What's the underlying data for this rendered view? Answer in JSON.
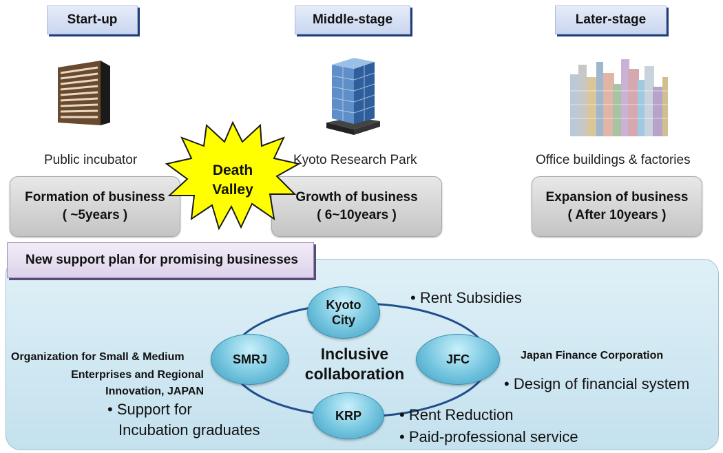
{
  "stages": [
    {
      "label": "Start-up",
      "caption": "Public incubator",
      "box_line1": "Formation of business",
      "box_line2": "( ~5years )"
    },
    {
      "label": "Middle-stage",
      "caption": "Kyoto Research Park",
      "box_line1": "Growth of business",
      "box_line2": "( 6~10years )"
    },
    {
      "label": "Later-stage",
      "caption": "Office buildings & factories",
      "box_line1": "Expansion of business",
      "box_line2": "( After 10years )"
    }
  ],
  "death_valley": {
    "line1": "Death",
    "line2": "Valley"
  },
  "plan_label": "New support plan for promising businesses",
  "center": {
    "line1": "Inclusive",
    "line2": "collaboration"
  },
  "nodes": {
    "kyoto": {
      "line1": "Kyoto",
      "line2": "City"
    },
    "smrj": "SMRJ",
    "jfc": "JFC",
    "krp": "KRP"
  },
  "bullets": {
    "rent_subsidies": "• Rent Subsidies",
    "financial_design": "• Design of financial system",
    "rent_reduction": "• Rent Reduction",
    "paid_service": "• Paid-professional service",
    "support_line1": "• Support for",
    "support_line2": "Incubation graduates"
  },
  "orgs": {
    "jfc_full": "Japan Finance Corporation",
    "smrj_line1": "Organization for Small & Medium",
    "smrj_line2": "Enterprises and Regional",
    "smrj_line3": "Innovation, JAPAN"
  },
  "colors": {
    "death_valley_fill": "#ffff00",
    "node_blue": "#5fb7d6",
    "panel": "#cfe7f2"
  }
}
